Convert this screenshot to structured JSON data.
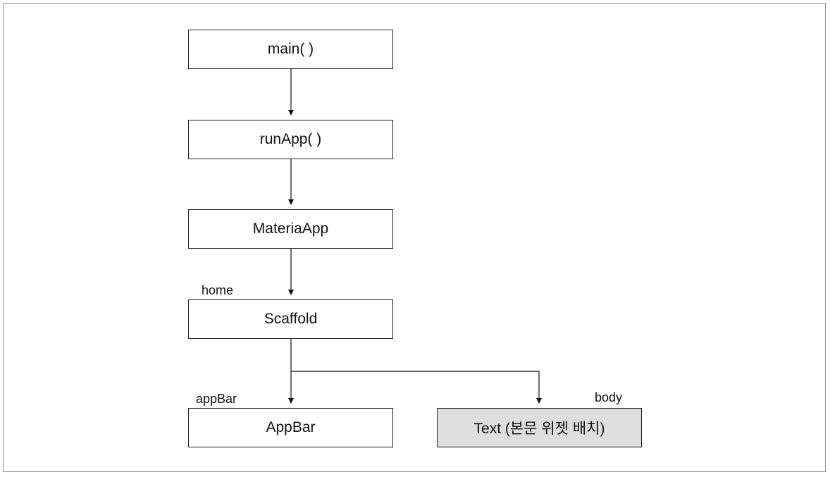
{
  "nodes": {
    "main": "main( )",
    "runapp": "runApp( )",
    "materiaapp": "MateriaApp",
    "scaffold": "Scaffold",
    "appbar": "AppBar",
    "text": "Text (본문 위젯 배치)"
  },
  "edge_labels": {
    "home": "home",
    "appbar": "appBar",
    "body": "body"
  },
  "colors": {
    "border": "#222222",
    "highlight_fill": "#dedede",
    "frame": "#8a8a8a"
  }
}
